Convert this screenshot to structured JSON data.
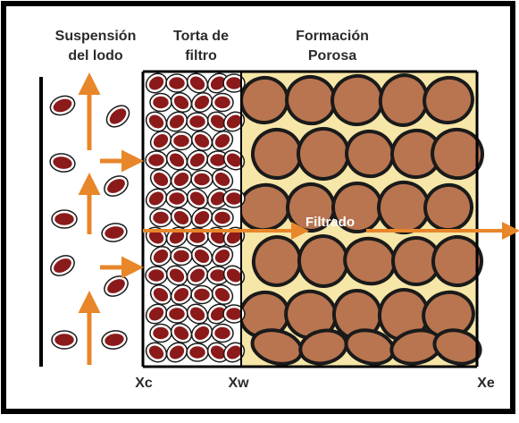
{
  "diagram": {
    "labels": {
      "suspension_line1": "Suspensión",
      "suspension_line2": "del lodo",
      "cake_line1": "Torta de",
      "cake_line2": "filtro",
      "formation_line1": "Formación",
      "formation_line2": "Porosa",
      "filtrate": "Filtrado",
      "xc": "Xc",
      "xw": "Xw",
      "xe": "Xe"
    },
    "colors": {
      "frame": "#000000",
      "arrow": "#e8862a",
      "mud_particle": "#8b1a1a",
      "grain": "#b87550",
      "pore_fill": "#f6e6a8",
      "grain_outline": "#1a1a1a"
    }
  }
}
